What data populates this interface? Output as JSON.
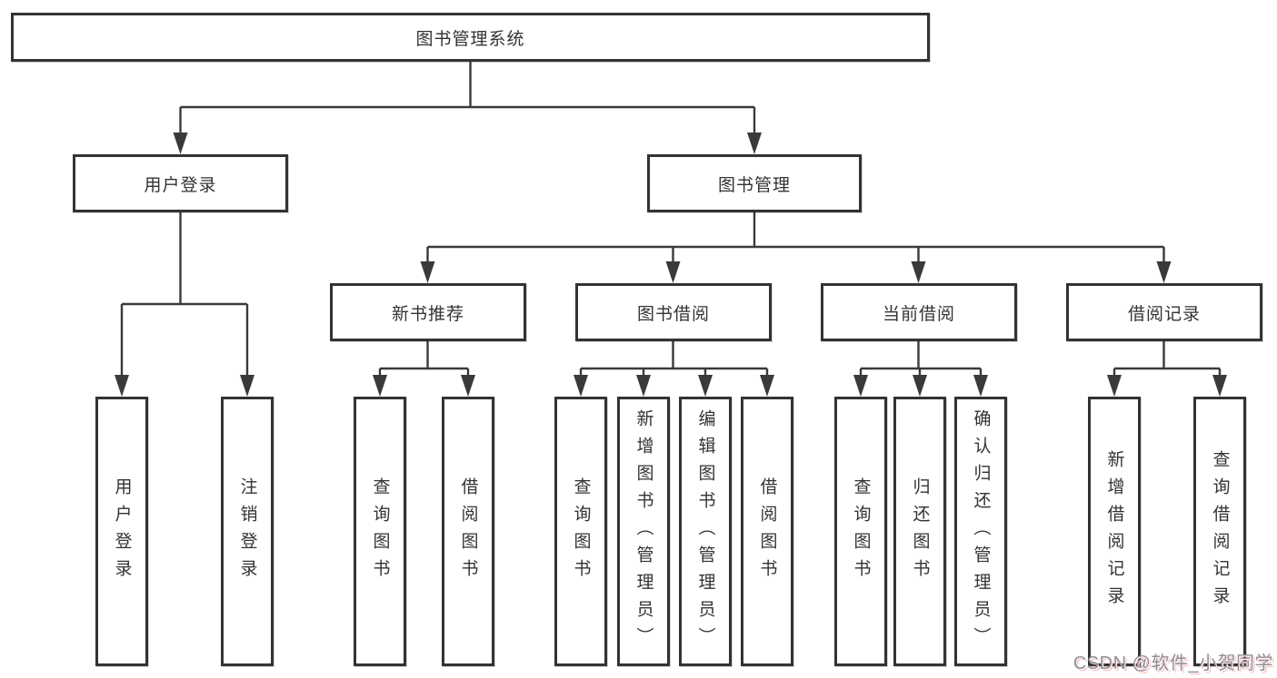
{
  "diagram": {
    "root": {
      "label": "图书管理系统"
    },
    "level2": [
      {
        "label": "用户登录"
      },
      {
        "label": "图书管理"
      }
    ],
    "level3": [
      {
        "label": "新书推荐"
      },
      {
        "label": "图书借阅"
      },
      {
        "label": "当前借阅"
      },
      {
        "label": "借阅记录"
      }
    ],
    "leaves": {
      "user_login": [
        {
          "label": "用户登录"
        },
        {
          "label": "注销登录"
        }
      ],
      "new_book": [
        {
          "label": "查询图书"
        },
        {
          "label": "借阅图书"
        }
      ],
      "book_borrow": [
        {
          "label": "查询图书"
        },
        {
          "label": "新增图书（管理员）"
        },
        {
          "label": "编辑图书（管理员）"
        },
        {
          "label": "借阅图书"
        }
      ],
      "current_borrow": [
        {
          "label": "查询图书"
        },
        {
          "label": "归还图书"
        },
        {
          "label": "确认归还（管理员）"
        }
      ],
      "borrow_record": [
        {
          "label": "新增借阅记录"
        },
        {
          "label": "查询借阅记录"
        }
      ]
    },
    "watermark": "CSDN @软件_小贺同学",
    "colors": {
      "line": "#3a3a3a",
      "border": "#333333",
      "text": "#333333",
      "watermark_gray": "#8f8f98",
      "watermark_red": "#f45858",
      "background": "#ffffff"
    }
  }
}
